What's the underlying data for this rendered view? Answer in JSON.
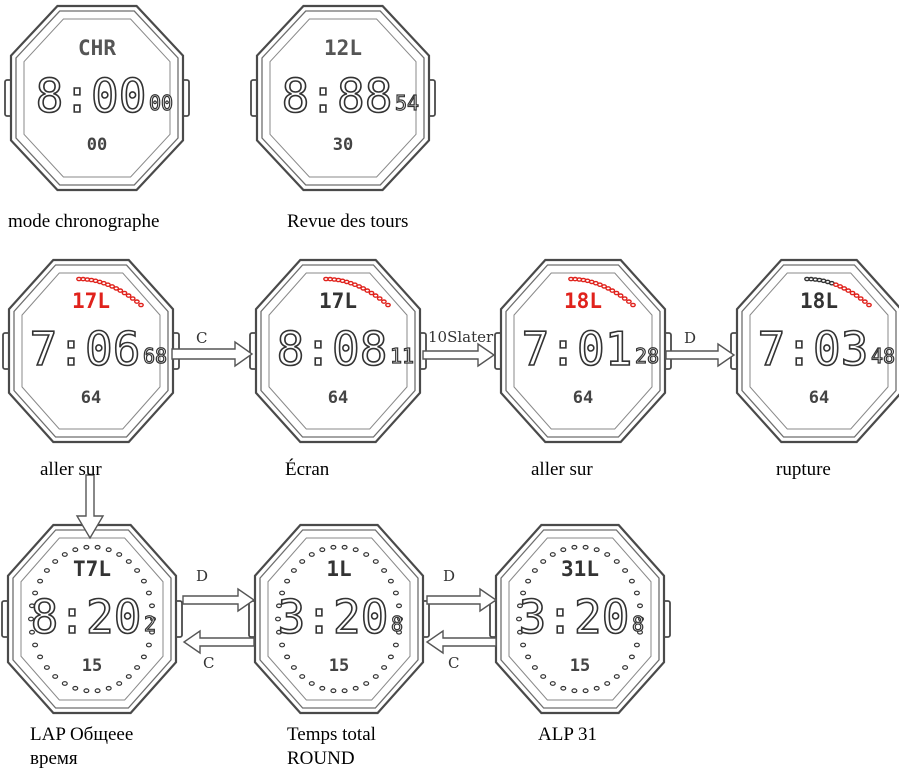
{
  "colors": {
    "outline": "#4a4a4a",
    "lcd": "#333333",
    "accent_red": "#e0221c",
    "arrow": "#555555"
  },
  "watches": [
    {
      "top": "CHR",
      "main": "8:00",
      "suffix": "00",
      "bottom": "00",
      "top_color": "#555555",
      "arc": "none",
      "ring": false
    },
    {
      "top": "12L",
      "main": "8:88",
      "suffix": "54",
      "bottom": "30",
      "top_color": "#555555",
      "arc": "none",
      "ring": false
    },
    {
      "top": "17L",
      "main": "7:06",
      "suffix": "68",
      "bottom": "64",
      "top_color": "#e0221c",
      "arc": "red",
      "ring": false
    },
    {
      "top": "17L",
      "main": "8:08",
      "suffix": "11",
      "bottom": "64",
      "top_color": "#333333",
      "arc": "red",
      "ring": false
    },
    {
      "top": "18L",
      "main": "7:01",
      "suffix": "28",
      "bottom": "64",
      "top_color": "#e0221c",
      "arc": "red",
      "ring": false
    },
    {
      "top": "18L",
      "main": "7:03",
      "suffix": "48",
      "bottom": "64",
      "top_color": "#333333",
      "arc": "mixed",
      "ring": false
    },
    {
      "top": "T7L",
      "main": "8:20",
      "suffix": "2",
      "bottom": "15",
      "top_color": "#333333",
      "arc": "none",
      "ring": true
    },
    {
      "top": "1L",
      "main": "3:20",
      "suffix": "8",
      "bottom": "15",
      "top_color": "#333333",
      "arc": "none",
      "ring": true
    },
    {
      "top": "31L",
      "main": "3:20",
      "suffix": "8",
      "bottom": "15",
      "top_color": "#333333",
      "arc": "none",
      "ring": true
    }
  ],
  "arrows": {
    "row2_c": "C",
    "row2_10s": "10Slater",
    "row2_d": "D",
    "row3_d1": "D",
    "row3_c1": "C",
    "row3_d2": "D",
    "row3_c2": "C"
  },
  "captions": {
    "row1": [
      "mode chronographe",
      "Revue des tours"
    ],
    "row2": [
      "aller sur",
      "Écran",
      "aller sur",
      "rupture"
    ],
    "row3": [
      {
        "line1": "LAP Общеее",
        "line2": "время"
      },
      {
        "line1": "Temps total",
        "line2": "ROUND"
      },
      {
        "line1": "ALP 31",
        "line2": ""
      }
    ]
  }
}
